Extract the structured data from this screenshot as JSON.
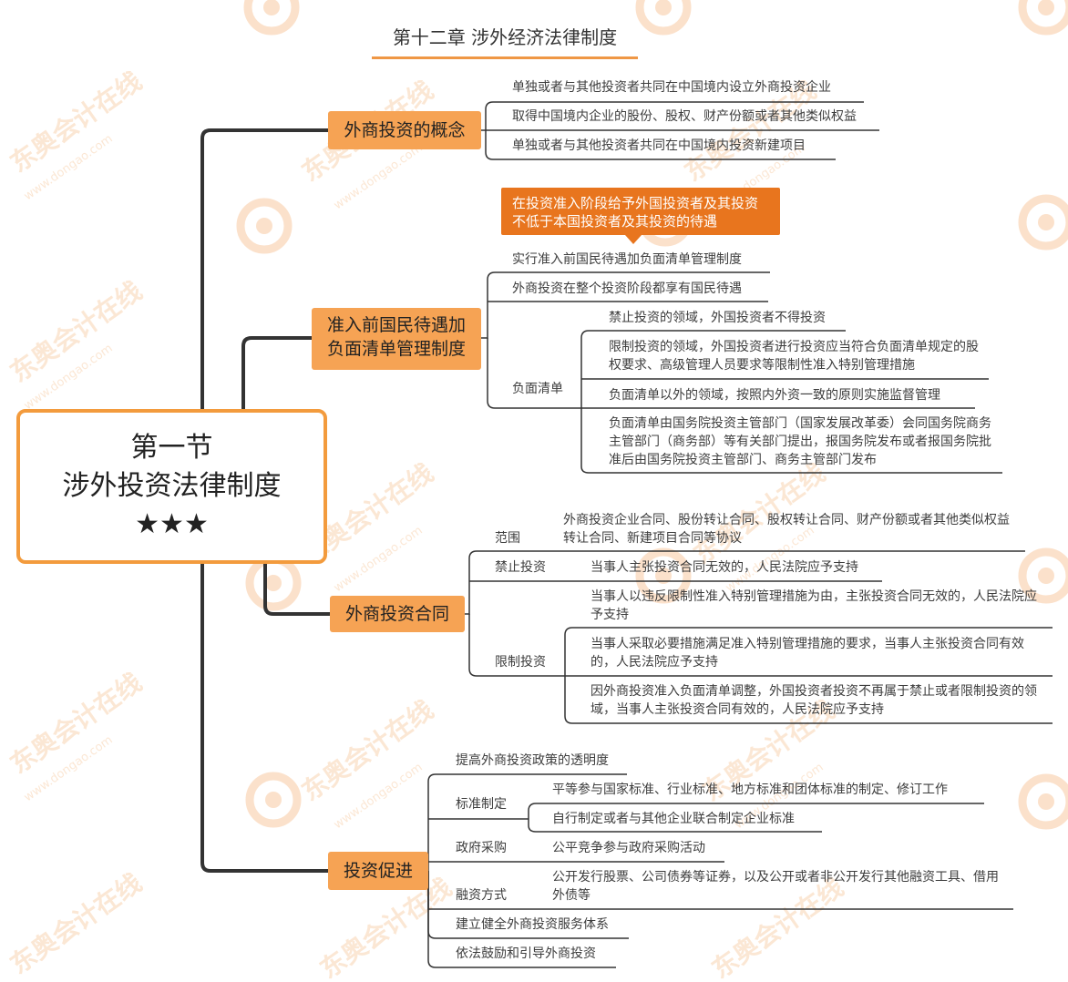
{
  "page_title": "第十二章 涉外经济法律制度",
  "root": {
    "line1": "第一节",
    "line2": "涉外投资法律制度",
    "stars": "★★★"
  },
  "watermark": {
    "brand": "东奥会计在线",
    "url": "www.dongao.com"
  },
  "colors": {
    "accent": "#f39b3d",
    "branch": "#f6a354",
    "callout": "#e8751e",
    "line": "#333333"
  },
  "branches": [
    {
      "label": "外商投资的概念",
      "items": [
        "单独或者与其他投资者共同在中国境内设立外商投资企业",
        "取得中国境内企业的股份、股权、财产份额或者其他类似权益",
        "单独或者与其他投资者共同在中国境内投资新建项目"
      ]
    },
    {
      "label_line1": "准入前国民待遇加",
      "label_line2": "负面清单管理制度",
      "callout": "在投资准入阶段给予外国投资者及其投资不低于本国投资者及其投资的待遇",
      "items": [
        "实行准入前国民待遇加负面清单管理制度",
        "外商投资在整个投资阶段都享有国民待遇"
      ],
      "negative_list": {
        "label": "负面清单",
        "items": [
          "禁止投资的领域，外国投资者不得投资",
          "限制投资的领域，外国投资者进行投资应当符合负面清单规定的股权要求、高级管理人员要求等限制性准入特别管理措施",
          "负面清单以外的领域，按照内外资一致的原则实施监督管理",
          "负面清单由国务院投资主管部门（国家发展改革委）会同国务院商务主管部门（商务部）等有关部门提出，报国务院发布或者报国务院批准后由国务院投资主管部门、商务主管部门发布"
        ]
      }
    },
    {
      "label": "外商投资合同",
      "scope": {
        "label": "范围",
        "text": "外商投资企业合同、股份转让合同、股权转让合同、财产份额或者其他类似权益转让合同、新建项目合同等协议"
      },
      "prohibited": {
        "label": "禁止投资",
        "text": "当事人主张投资合同无效的，人民法院应予支持"
      },
      "restricted": {
        "label": "限制投资",
        "items": [
          "当事人以违反限制性准入特别管理措施为由，主张投资合同无效的，人民法院应予支持",
          "当事人采取必要措施满足准入特别管理措施的要求，当事人主张投资合同有效的，人民法院应予支持",
          "因外商投资准入负面清单调整，外国投资者投资不再属于禁止或者限制投资的领域，当事人主张投资合同有效的，人民法院应予支持"
        ]
      }
    },
    {
      "label": "投资促进",
      "transparency": "提高外商投资政策的透明度",
      "standards": {
        "label": "标准制定",
        "items": [
          "平等参与国家标准、行业标准、地方标准和团体标准的制定、修订工作",
          "自行制定或者与其他企业联合制定企业标准"
        ]
      },
      "procurement": {
        "label": "政府采购",
        "text": "公平竞争参与政府采购活动"
      },
      "financing": {
        "label": "融资方式",
        "text": "公开发行股票、公司债券等证券，以及公开或者非公开发行其他融资工具、借用外债等"
      },
      "service": "建立健全外商投资服务体系",
      "encourage": "依法鼓励和引导外商投资"
    }
  ]
}
